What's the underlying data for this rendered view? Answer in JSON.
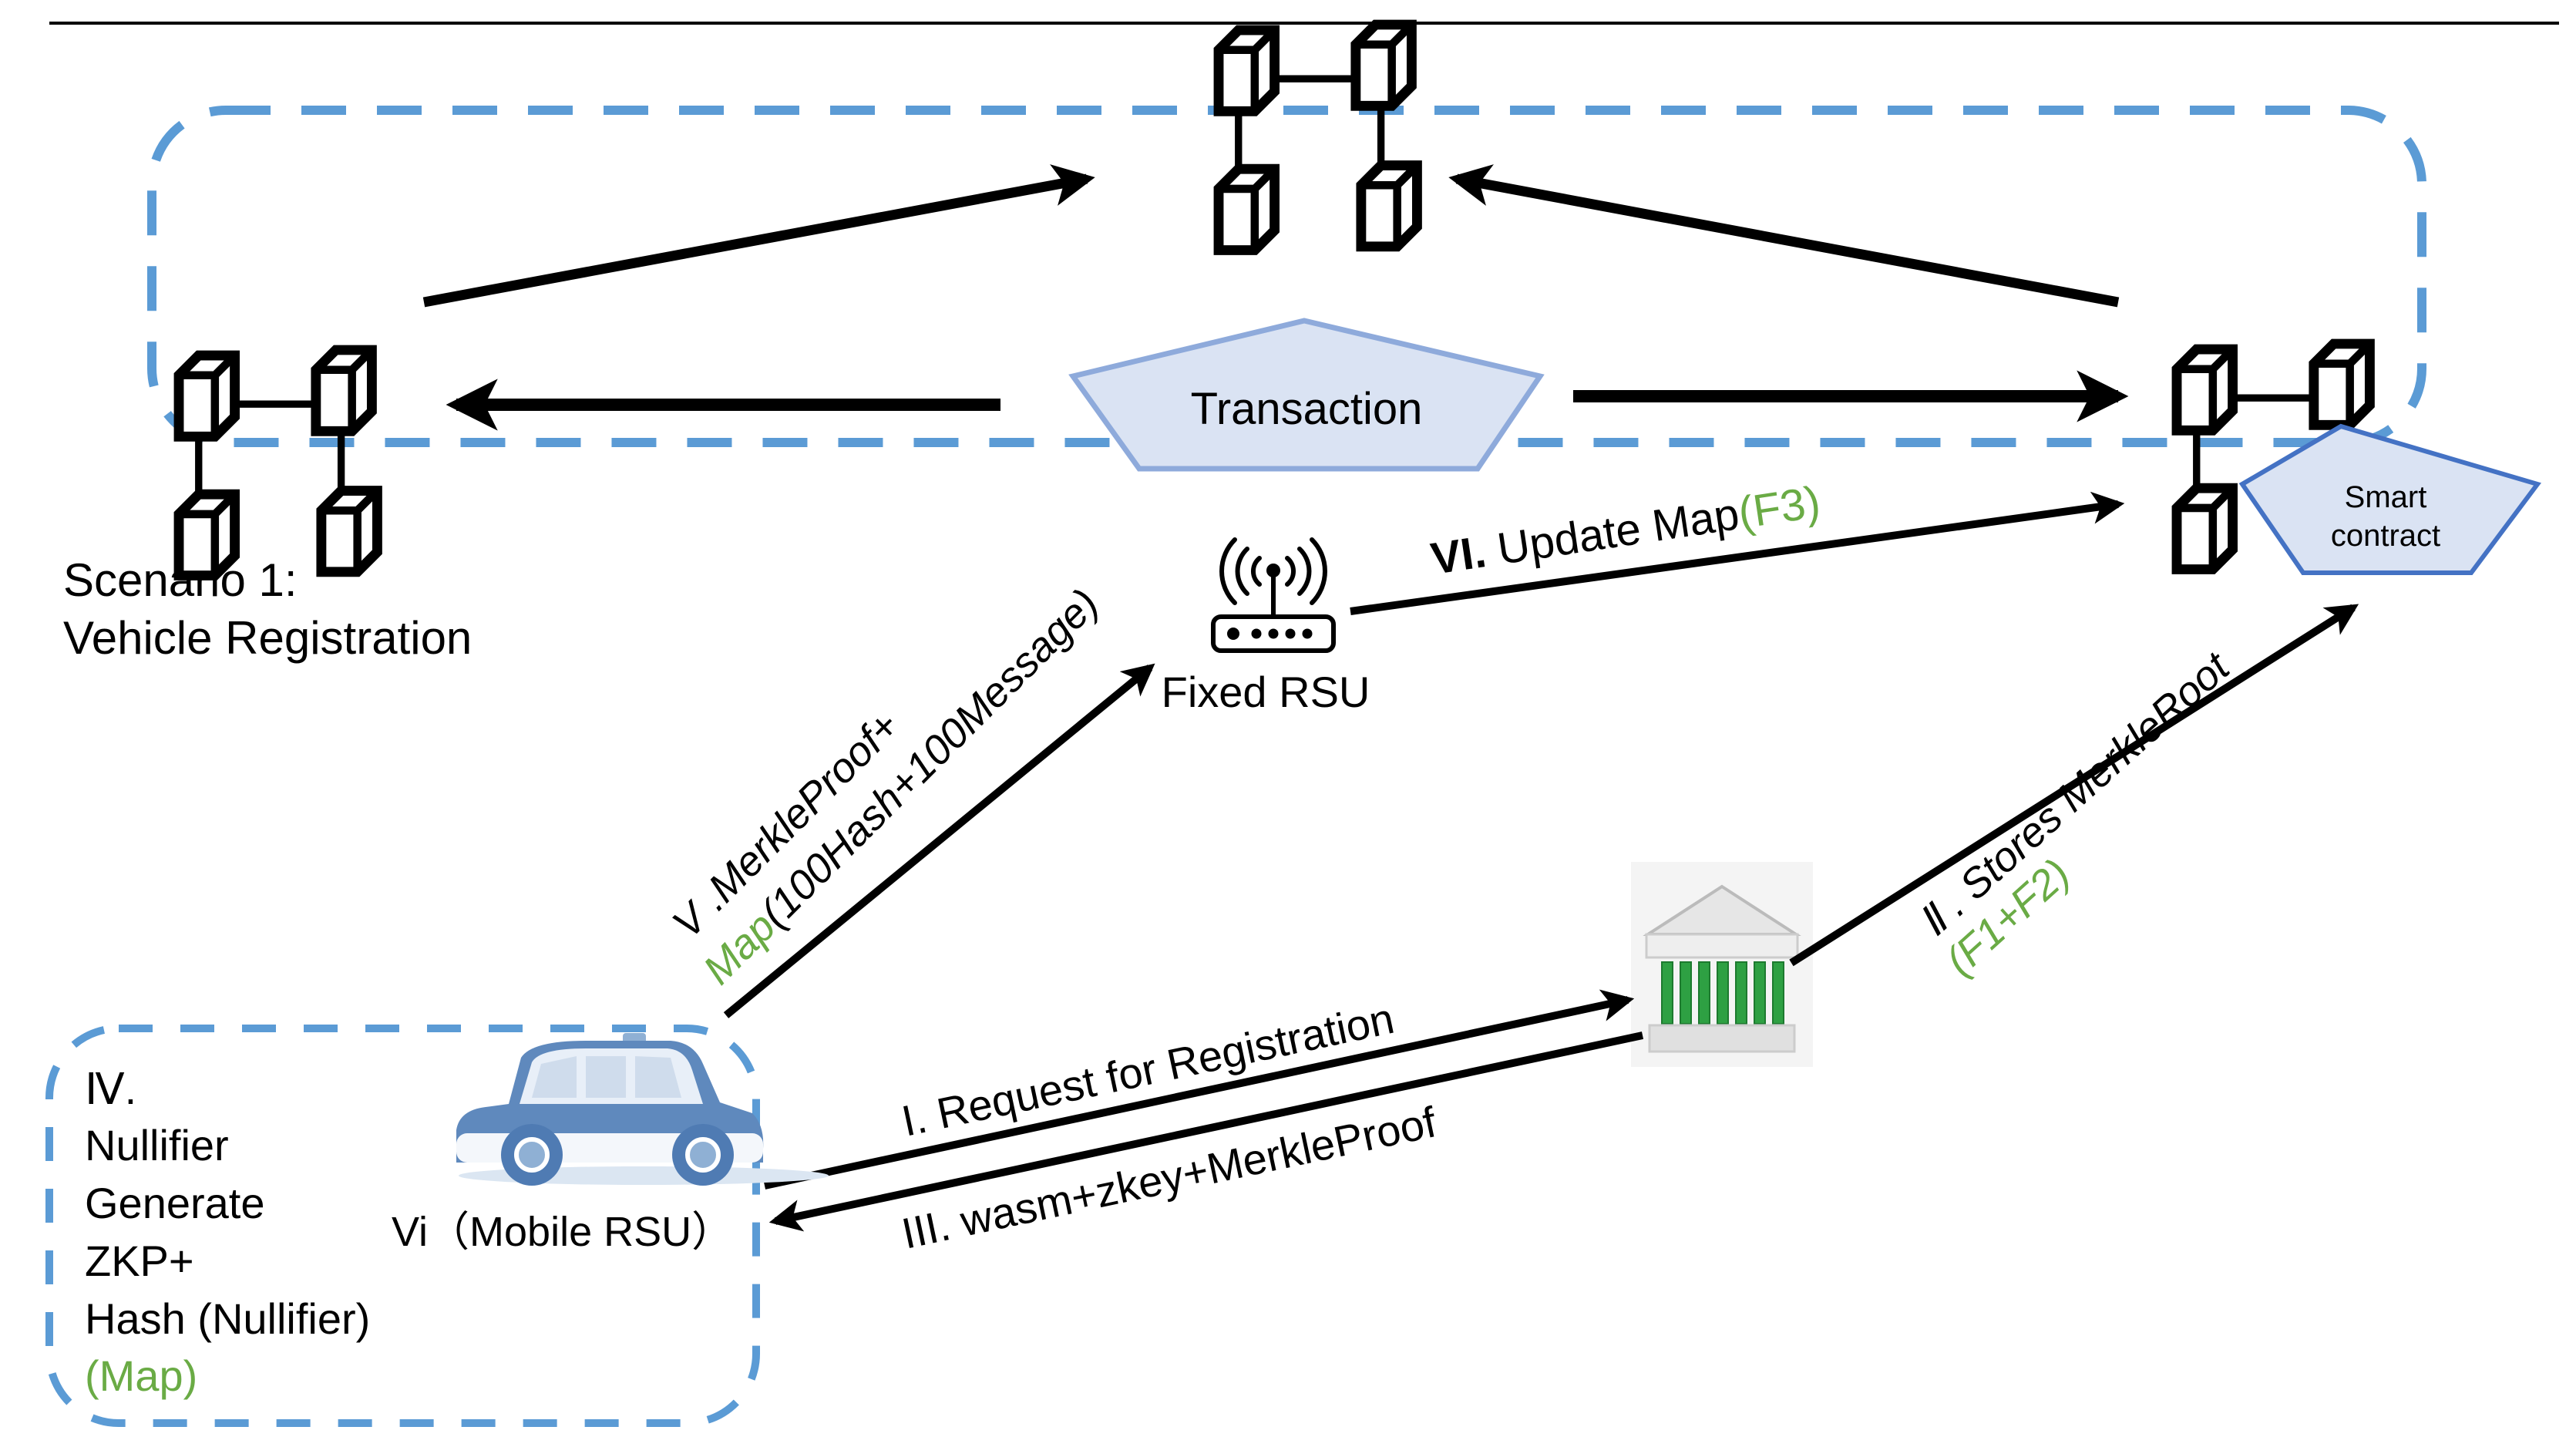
{
  "diagram": {
    "colors": {
      "dashed_border": "#5b9bd5",
      "pentagon_fill": "#dae3f3",
      "transaction_stroke": "#8eaadb",
      "smart_contract_stroke": "#4472c4",
      "arrow": "#000000",
      "highlight_green": "#6aab45"
    },
    "nodes": {
      "transaction": "Transaction",
      "smart_contract_line1": "Smart",
      "smart_contract_line2": "contract",
      "scenario_line1": "Scenario 1:",
      "scenario_line2": "Vehicle Registration",
      "fixed_rsu": "Fixed RSU",
      "vehicle": "Vi（Mobile RSU）"
    },
    "step_iv": {
      "line1": "Ⅳ.",
      "line2": "Nullifier",
      "line3": "Generate",
      "line4": "ZKP+",
      "line5": "Hash (Nullifier)",
      "line6_green": "(Map)"
    },
    "edges": {
      "step_i": "I. Request for Registration",
      "step_ii_black": "Ⅱ . Stores MerkleRoot",
      "step_ii_green": "(F1+F2)",
      "step_iii": "III. wasm+zkey+MerkleProof",
      "step_v_line1": "V .MerkleProof+",
      "step_v_green": "Map",
      "step_v_rest": "(100Hash+100Message)",
      "step_vi_bold": "VI.",
      "step_vi_text": " Update Map",
      "step_vi_green": "(F3)"
    }
  }
}
